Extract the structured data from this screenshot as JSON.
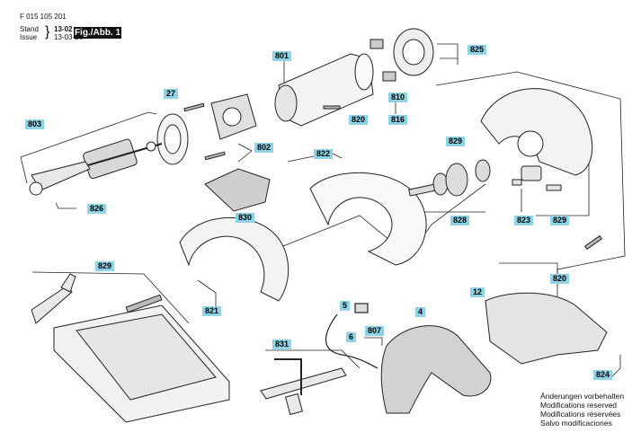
{
  "header": {
    "doc_number": "F 015 105 201",
    "stand_label": "Stand",
    "issue_label": "Issue",
    "stand_value": "13-02",
    "issue_value": "13-03-26",
    "figure_label": "Fig./Abb. 1"
  },
  "part_labels": {
    "l801": "801",
    "l825": "825",
    "l27": "27",
    "l803": "803",
    "l810": "810",
    "l820a": "820",
    "l816": "816",
    "l802": "802",
    "l829a": "829",
    "l822": "822",
    "l826": "826",
    "l830": "830",
    "l828": "828",
    "l823": "823",
    "l829b": "829",
    "l829c": "829",
    "l821": "821",
    "l820b": "820",
    "l12": "12",
    "l5": "5",
    "l4": "4",
    "l807": "807",
    "l6": "6",
    "l831": "831",
    "l824": "824"
  },
  "footer": {
    "line1": "Änderungen vorbehalten",
    "line2": "Modifications reserved",
    "line3": "Modifications réservées",
    "line4": "Salvo modificaciones"
  }
}
